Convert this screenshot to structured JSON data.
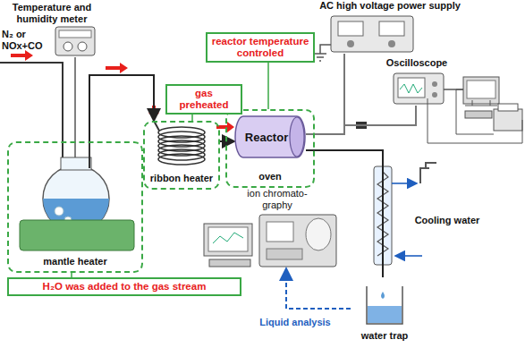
{
  "diagram": {
    "nodes": [
      {
        "text": [
          "Temperature and humidity meter"
        ]
      },
      {
        "text": [
          "mantle heater"
        ]
      },
      {
        "text": [
          "ribbon heater"
        ]
      },
      {
        "text": [
          "oven"
        ]
      },
      {
        "text": [
          "Reactor"
        ],
        "in": 3
      },
      {
        "text": [
          "reactor temperature controled"
        ]
      },
      {
        "text": [
          "gas preheated"
        ]
      },
      {
        "text": [
          "H₂O was added to the gas stream"
        ]
      },
      {
        "text": [
          "AC high voltage power supply"
        ]
      },
      {
        "text": [
          "Oscilloscope"
        ]
      },
      {
        "text": [
          "ion chromato- graphy"
        ]
      },
      {
        "text": [
          "water trap"
        ]
      }
    ],
    "edges": [
      {
        "from": 0,
        "to": 1,
        "arrow": "none"
      },
      {
        "from": 1,
        "to": 2,
        "arrow": "to"
      },
      {
        "from": 2,
        "to": 4,
        "arrow": "to"
      },
      {
        "from": 5,
        "to": 3,
        "arrow": "none"
      },
      {
        "from": 6,
        "to": 2,
        "arrow": "none"
      },
      {
        "from": 7,
        "to": 1,
        "arrow": "none"
      },
      {
        "from": 8,
        "to": 4,
        "arrow": "none"
      },
      {
        "from": 9,
        "to": 4,
        "arrow": "none"
      },
      {
        "from": 4,
        "to": 11,
        "arrow": "none"
      },
      {
        "from": 11,
        "to": 10,
        "label": "Liquid analysis",
        "arrow": "to"
      }
    ],
    "labels": [
      "N₂ or NOx+CO",
      "Cooling water"
    ]
  }
}
